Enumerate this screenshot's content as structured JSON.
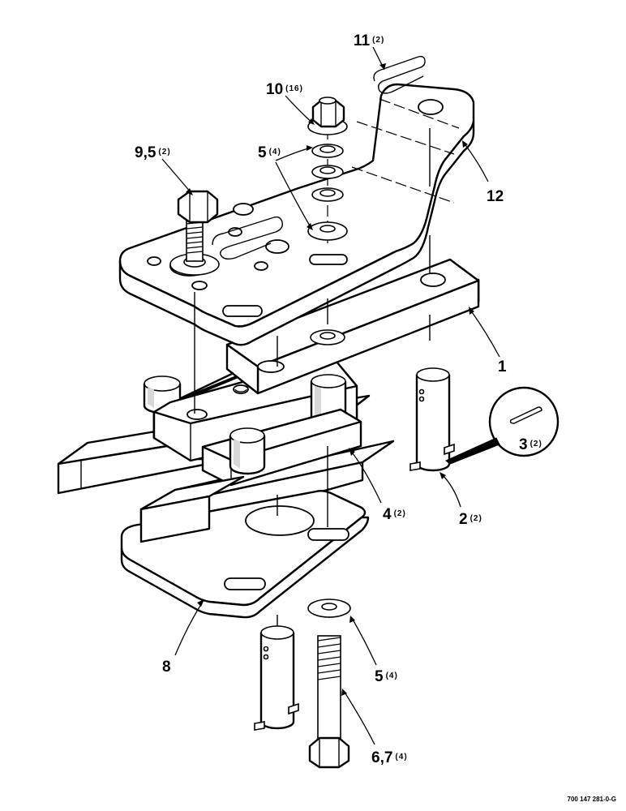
{
  "labels": {
    "l11": {
      "num": "11",
      "qty": "(2)"
    },
    "l10": {
      "num": "10",
      "qty": "(16)"
    },
    "l9": {
      "num": "9,5",
      "qty": "(2)"
    },
    "l5a": {
      "num": "5",
      "qty": "(4)"
    },
    "l12": {
      "num": "12",
      "qty": ""
    },
    "l1": {
      "num": "1",
      "qty": ""
    },
    "l3": {
      "num": "3",
      "qty": "(2)"
    },
    "l2": {
      "num": "2",
      "qty": "(2)"
    },
    "l4": {
      "num": "4",
      "qty": "(2)"
    },
    "l8": {
      "num": "8",
      "qty": ""
    },
    "l5b": {
      "num": "5",
      "qty": "(4)"
    },
    "l6": {
      "num": "6,7",
      "qty": "(4)"
    }
  },
  "document_number": "700 147 281-0-G"
}
